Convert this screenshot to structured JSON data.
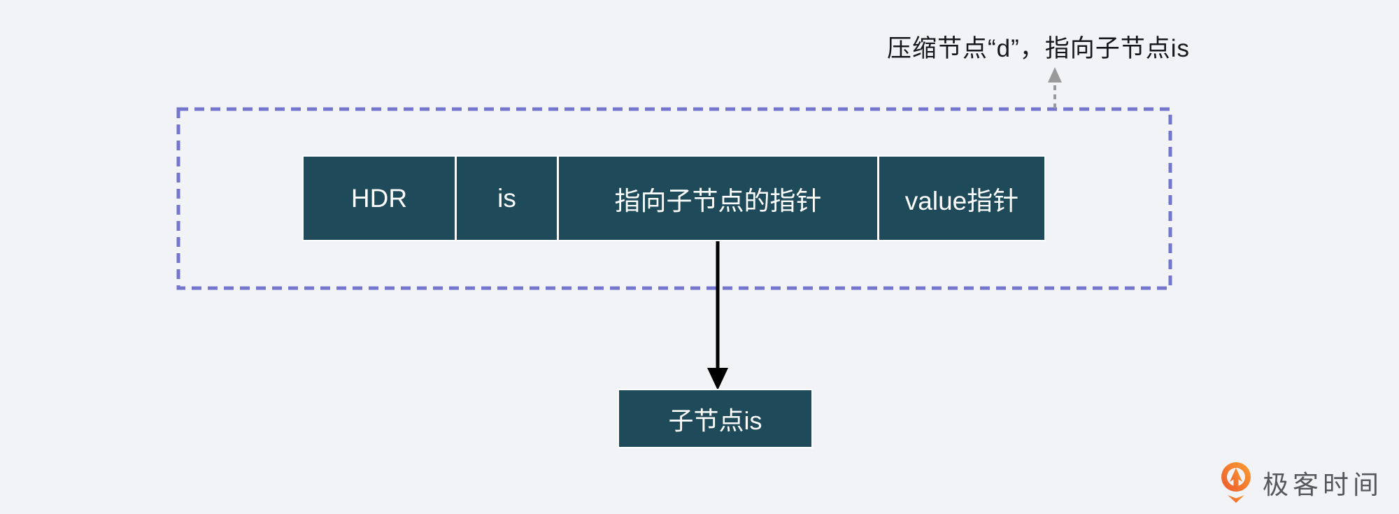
{
  "colors": {
    "background": "#f1f3f6",
    "node_fill": "#1f4a59",
    "node_text": "#ffffff",
    "dashed_boundary": "#7476ce",
    "pointer_arrow": "#000000",
    "annotation_arrow": "#9a9a9a",
    "annotation_text": "#17181a",
    "logo_text": "#57575b",
    "logo_orange_start": "#ed5a2d",
    "logo_orange_end": "#fb9e32"
  },
  "annotation": {
    "text": "压缩节点“d”，指向子节点is"
  },
  "compressed_node": {
    "cells": [
      {
        "label": "HDR"
      },
      {
        "label": "is"
      },
      {
        "label": "指向子节点的指针"
      },
      {
        "label": "value指针"
      }
    ]
  },
  "child_node": {
    "label": "子节点is"
  },
  "logo": {
    "text": "极客时间",
    "icon": "geektime-pin-icon"
  }
}
